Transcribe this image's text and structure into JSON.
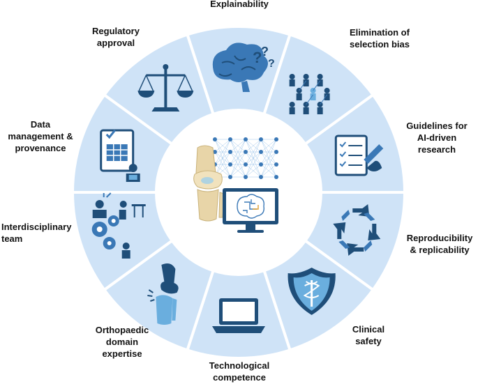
{
  "colors": {
    "segment_fill": "#cfe3f7",
    "segment_stroke": "#ffffff",
    "center_fill": "#ffffff",
    "icon_dark": "#1f4e79",
    "icon_mid": "#3a78b6",
    "icon_light": "#6aaede",
    "bone": "#e8d5a8"
  },
  "diagram": {
    "segments": [
      {
        "label": "Explainability",
        "icon": "brain-question-icon"
      },
      {
        "label": "Elimination of\nselection bias",
        "icon": "people-network-icon"
      },
      {
        "label": "Guidelines for\nAI-driven\nresearch",
        "icon": "checklist-icon"
      },
      {
        "label": "Reproducibility\n& replicability",
        "icon": "cycle-arrows-icon"
      },
      {
        "label": "Clinical\nsafety",
        "icon": "medical-shield-icon"
      },
      {
        "label": "Technological\ncompetence",
        "icon": "laptop-icon"
      },
      {
        "label": "Orthopaedic\ndomain\nexpertise",
        "icon": "knee-joint-icon"
      },
      {
        "label": "Interdisciplinary\nteam",
        "icon": "team-gears-icon"
      },
      {
        "label": "Data\nmanagement &\nprovenance",
        "icon": "data-document-icon"
      },
      {
        "label": "Regulatory\napproval",
        "icon": "scales-icon"
      }
    ],
    "center_icon": "ai-knee-monitor-icon"
  }
}
